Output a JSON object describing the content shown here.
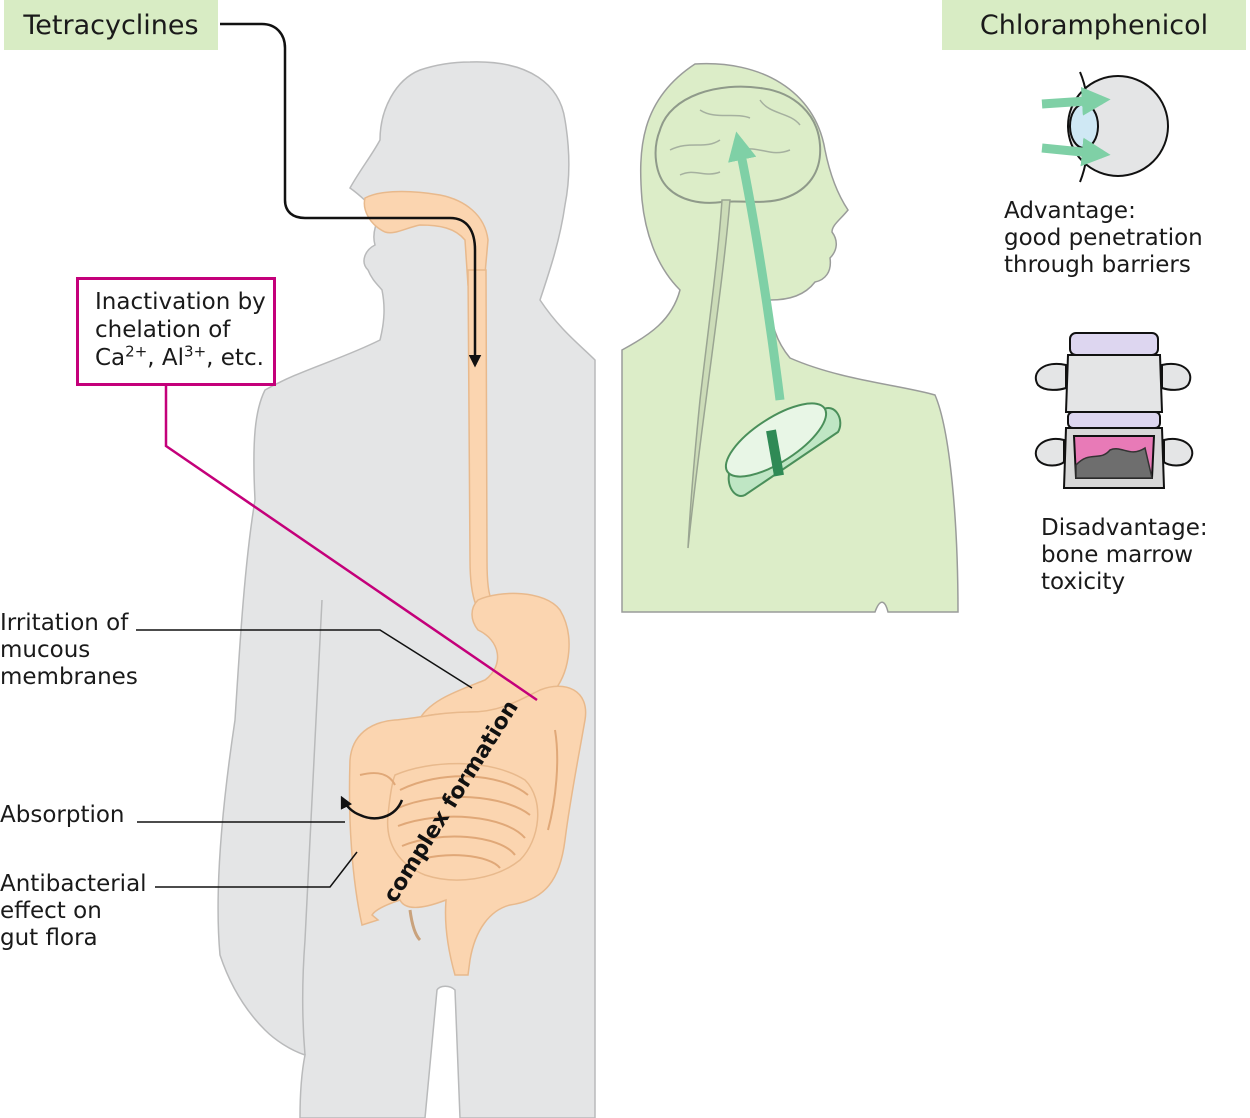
{
  "titles": {
    "left": "Tetracyclines",
    "right": "Chloramphenicol"
  },
  "chelation": {
    "line1": "Inactivation by",
    "line2": "chelation of",
    "ca": "Ca",
    "ca_charge": "2+",
    "sep": ", Al",
    "al_charge": "3+",
    "tail": ", etc."
  },
  "labels": {
    "irritation": [
      "Irritation of",
      "mucous",
      "membranes"
    ],
    "absorption": "Absorption",
    "antibacterial": [
      "Antibacterial",
      "effect on",
      "gut flora"
    ],
    "complex": "complex formation"
  },
  "chloramphenicol": {
    "advantage": [
      "Advantage:",
      "good penetration",
      "through barriers"
    ],
    "disadvantage": [
      "Disadvantage:",
      "bone marrow",
      "toxicity"
    ]
  },
  "colors": {
    "body": "#e4e5e6",
    "gut": "#fbd5b0",
    "pale_green": "#d8ecc4",
    "arrow_green": "#7fd0a6",
    "magenta": "#c4007a",
    "marrow": "#e87ab7"
  }
}
